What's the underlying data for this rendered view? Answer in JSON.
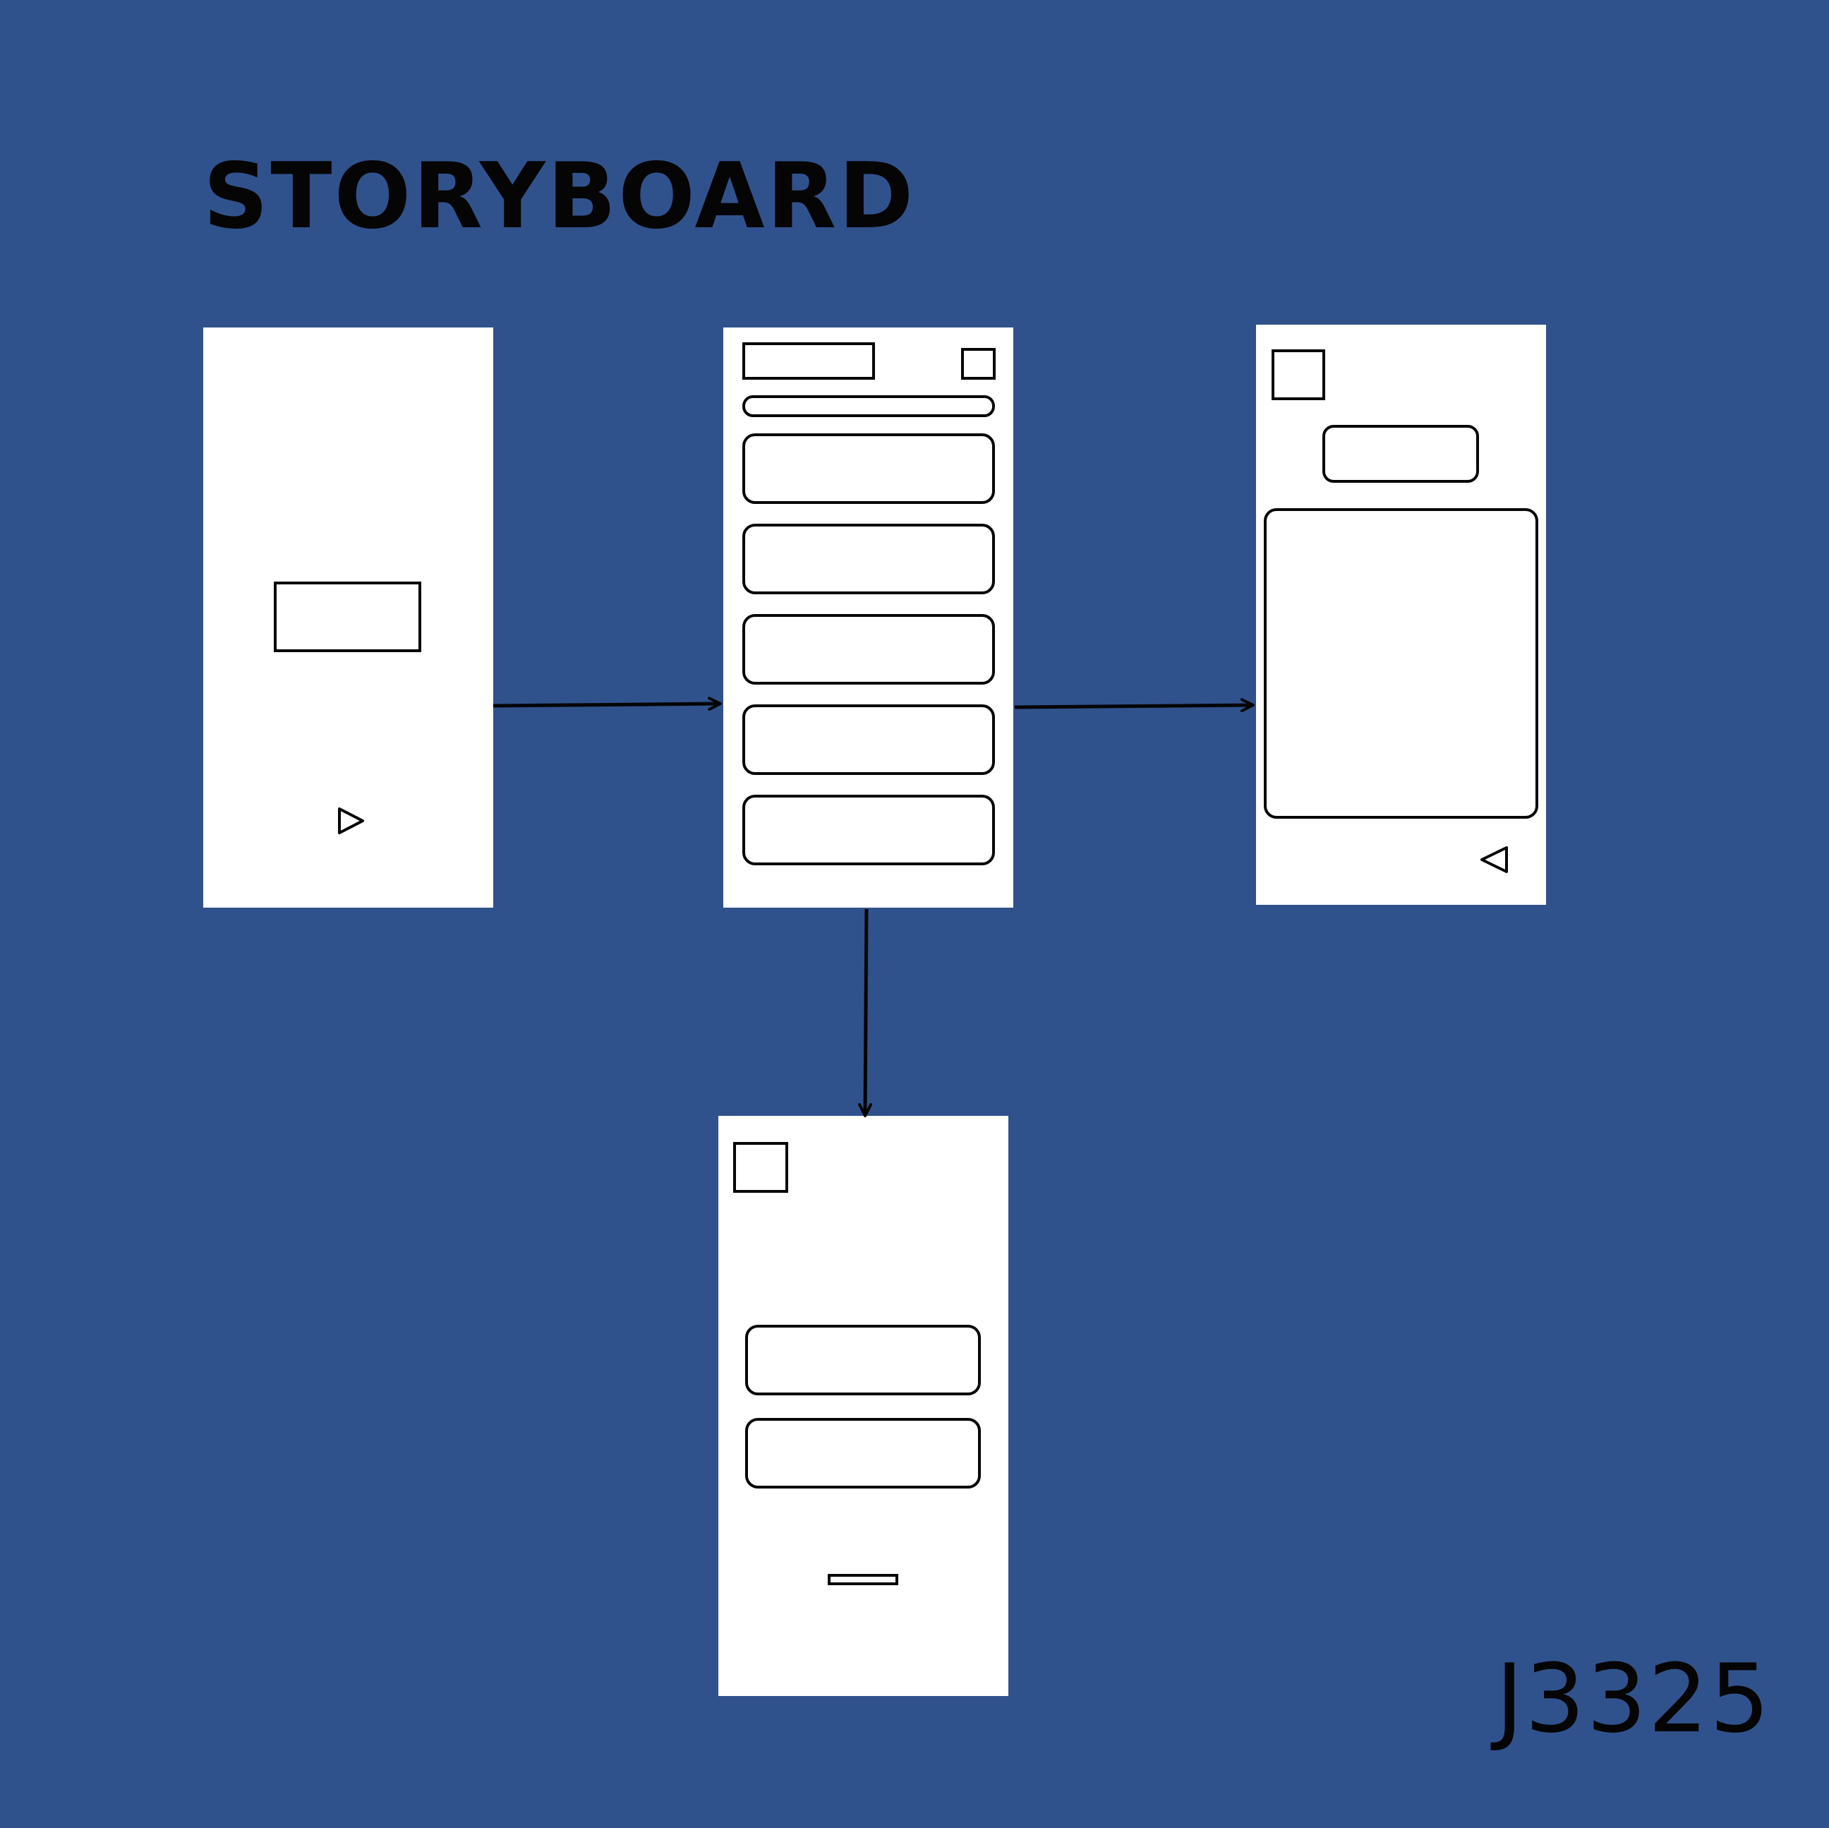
{
  "diagram": {
    "title": "STORYBOARD",
    "code": "J3325",
    "colors": {
      "background": "#30528c",
      "screen_fill": "#ffffff",
      "stroke": "#050505"
    },
    "screens": [
      {
        "id": "screen-1",
        "elements": [
          "block",
          "play-icon"
        ]
      },
      {
        "id": "screen-2",
        "elements": [
          "header-block",
          "square-icon",
          "search-bar",
          "list-item",
          "list-item",
          "list-item",
          "list-item",
          "list-item"
        ]
      },
      {
        "id": "screen-3",
        "elements": [
          "square-icon",
          "button",
          "content-panel",
          "back-icon"
        ]
      },
      {
        "id": "screen-4",
        "elements": [
          "square-icon",
          "button",
          "button",
          "small-bar"
        ]
      }
    ],
    "connections": [
      {
        "from": "screen-1",
        "to": "screen-2"
      },
      {
        "from": "screen-2",
        "to": "screen-3"
      },
      {
        "from": "screen-2",
        "to": "screen-4"
      }
    ]
  }
}
